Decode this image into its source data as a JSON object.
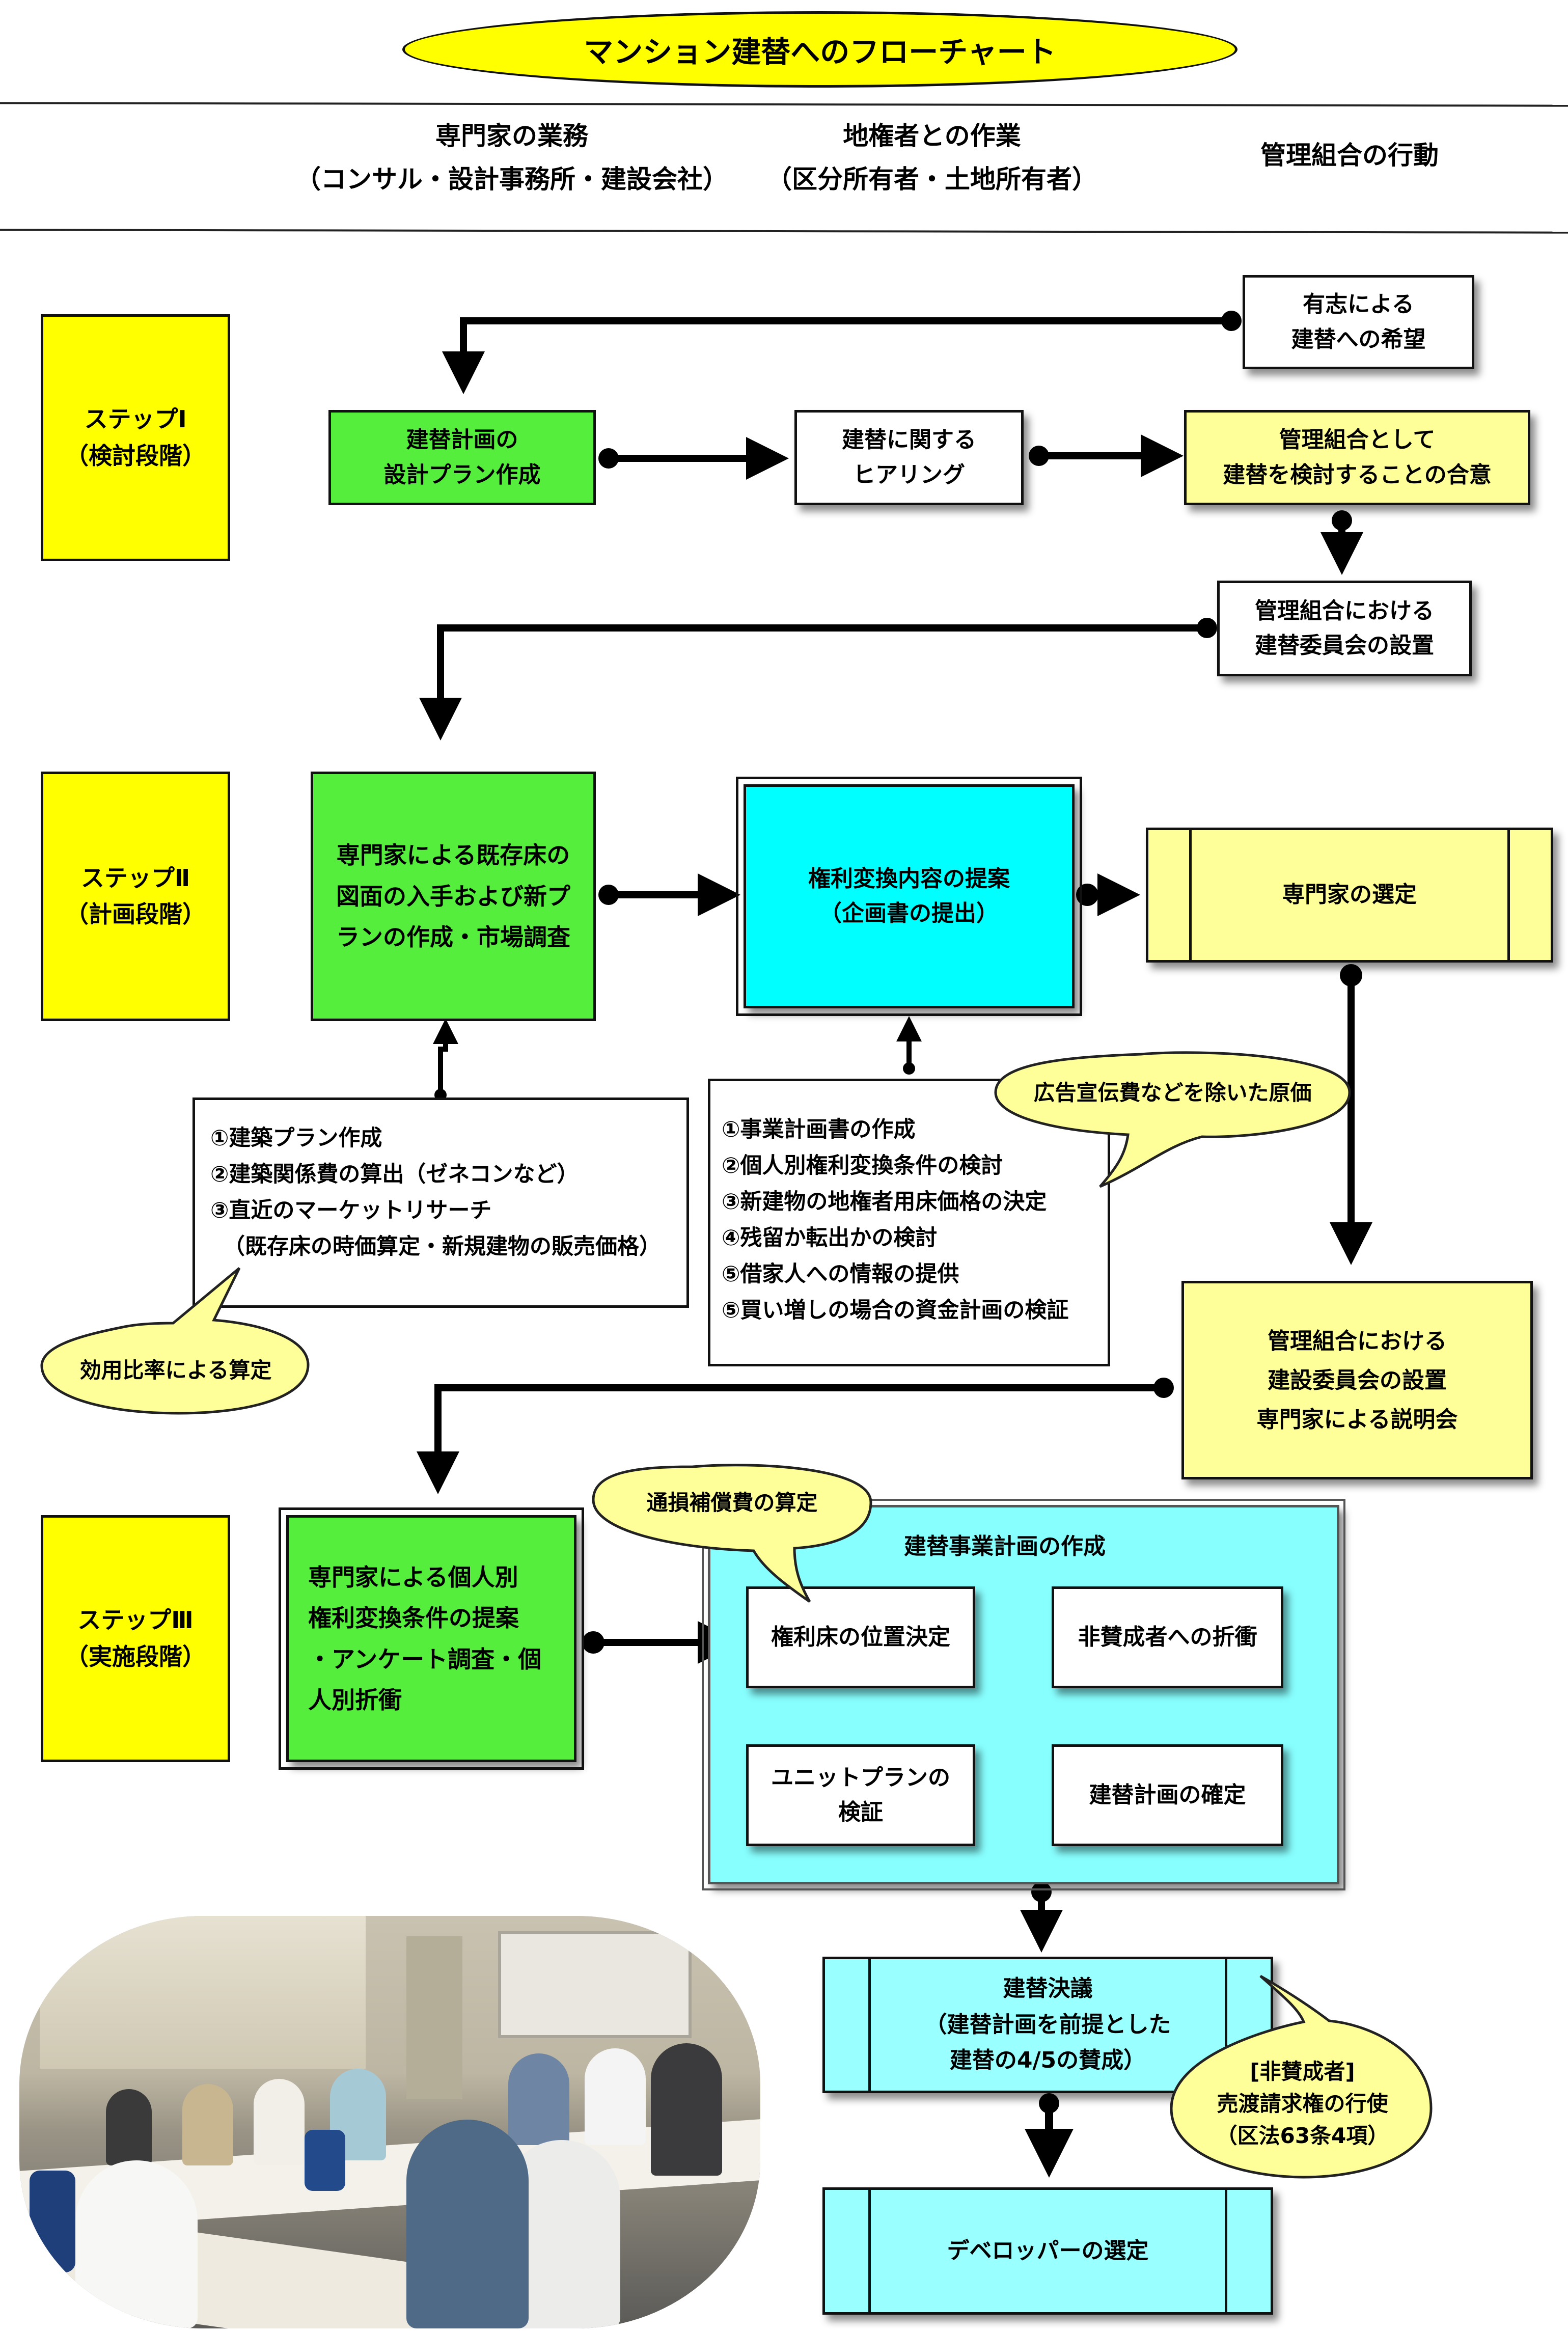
{
  "title": "マンション建替へのフローチャート",
  "columns": {
    "expert": {
      "line1": "専門家の業務",
      "line2": "（コンサル・設計事務所・建設会社）"
    },
    "owners": {
      "line1": "地権者との作業",
      "line2": "（区分所有者・土地所有者）"
    },
    "association": {
      "line1": "管理組合の行動"
    }
  },
  "steps": [
    {
      "line1": "ステップⅠ",
      "line2": "（検討段階）"
    },
    {
      "line1": "ステップⅡ",
      "line2": "（計画段階）"
    },
    {
      "line1": "ステップⅢ",
      "line2": "（実施段階）"
    }
  ],
  "nodes": {
    "volunteer": {
      "line1": "有志による",
      "line2": "建替への希望"
    },
    "design_plan": {
      "line1": "建替計画の",
      "line2": "設計プラン作成"
    },
    "hearing": {
      "line1": "建替に関する",
      "line2": "ヒアリング"
    },
    "consensus": {
      "line1": "管理組合として",
      "line2": "建替を検討することの合意"
    },
    "committee": {
      "line1": "管理組合における",
      "line2": "建替委員会の設置"
    },
    "floor_plans": {
      "line1": "専門家による既存床の",
      "line2": "図面の入手および新プ",
      "line3": "ランの作成・市場調査"
    },
    "rights_proposal": {
      "line1": "権利変換内容の提案",
      "line2": "（企画書の提出）"
    },
    "expert_selection": {
      "line1": "専門家の選定"
    },
    "construction_committee": {
      "line1": "管理組合における",
      "line2": "建設委員会の設置",
      "line3": "専門家による説明会"
    },
    "individual_proposal": {
      "line1": "専門家による個人別",
      "line2": "権利変換条件の提案",
      "line3": "・アンケート調査・個",
      "line4": "人別折衝"
    },
    "business_plan": {
      "title": "建替事業計画の作成",
      "floor_position": "権利床の位置決定",
      "unit_plan": {
        "line1": "ユニットプランの",
        "line2": "検証"
      },
      "negotiation": "非賛成者への折衝",
      "plan_fixed": "建替計画の確定"
    },
    "resolution": {
      "line1": "建替決議",
      "line2": "（建替計画を前提とした",
      "line3": "建替の4/5の賛成）"
    },
    "developer": {
      "line1": "デベロッパーの選定"
    }
  },
  "lists": {
    "plan_list": [
      "①建築プラン作成",
      "②建築関係費の算出（ゼネコンなど）",
      "③直近のマーケットリサーチ",
      "（既存床の時価算定・新規建物の販売価格）"
    ],
    "business_list": [
      "①事業計画書の作成",
      "②個人別権利変換条件の検討",
      "③新建物の地権者用床価格の決定",
      "④残留か転出かの検討",
      "⑤借家人への情報の提供",
      "⑤買い増しの場合の資金計画の検証"
    ]
  },
  "callouts": {
    "utility_ratio": "効用比率による算定",
    "cost_price": "広告宣伝費などを除いた原価",
    "compensation": "通損補償費の算定",
    "dissenters": {
      "line1": "[非賛成者]",
      "line2": "売渡請求権の行使",
      "line3": "（区法63条4項）"
    }
  },
  "photo": {
    "description_icon": "meeting-photo"
  }
}
